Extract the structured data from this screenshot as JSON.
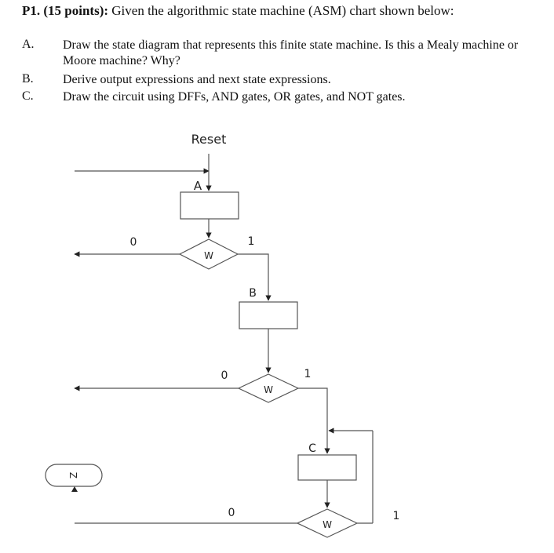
{
  "problem": {
    "label": "P1. (15 points):",
    "text": "Given the algorithmic state machine (ASM) chart shown below:"
  },
  "items": [
    {
      "letter": "A.",
      "text": "Draw the state diagram that represents this finite state machine. Is this a Mealy machine or Moore machine? Why?"
    },
    {
      "letter": "B.",
      "text": "Derive output expressions and next state expressions."
    },
    {
      "letter": "C.",
      "text": "Draw the circuit using DFFs, AND gates, OR gates, and NOT gates."
    }
  ],
  "asm": {
    "reset_label": "Reset",
    "states": [
      "A",
      "B",
      "C"
    ],
    "decision_input": "W",
    "output_label": "Z",
    "branch_zero": "0",
    "branch_one": "1"
  }
}
